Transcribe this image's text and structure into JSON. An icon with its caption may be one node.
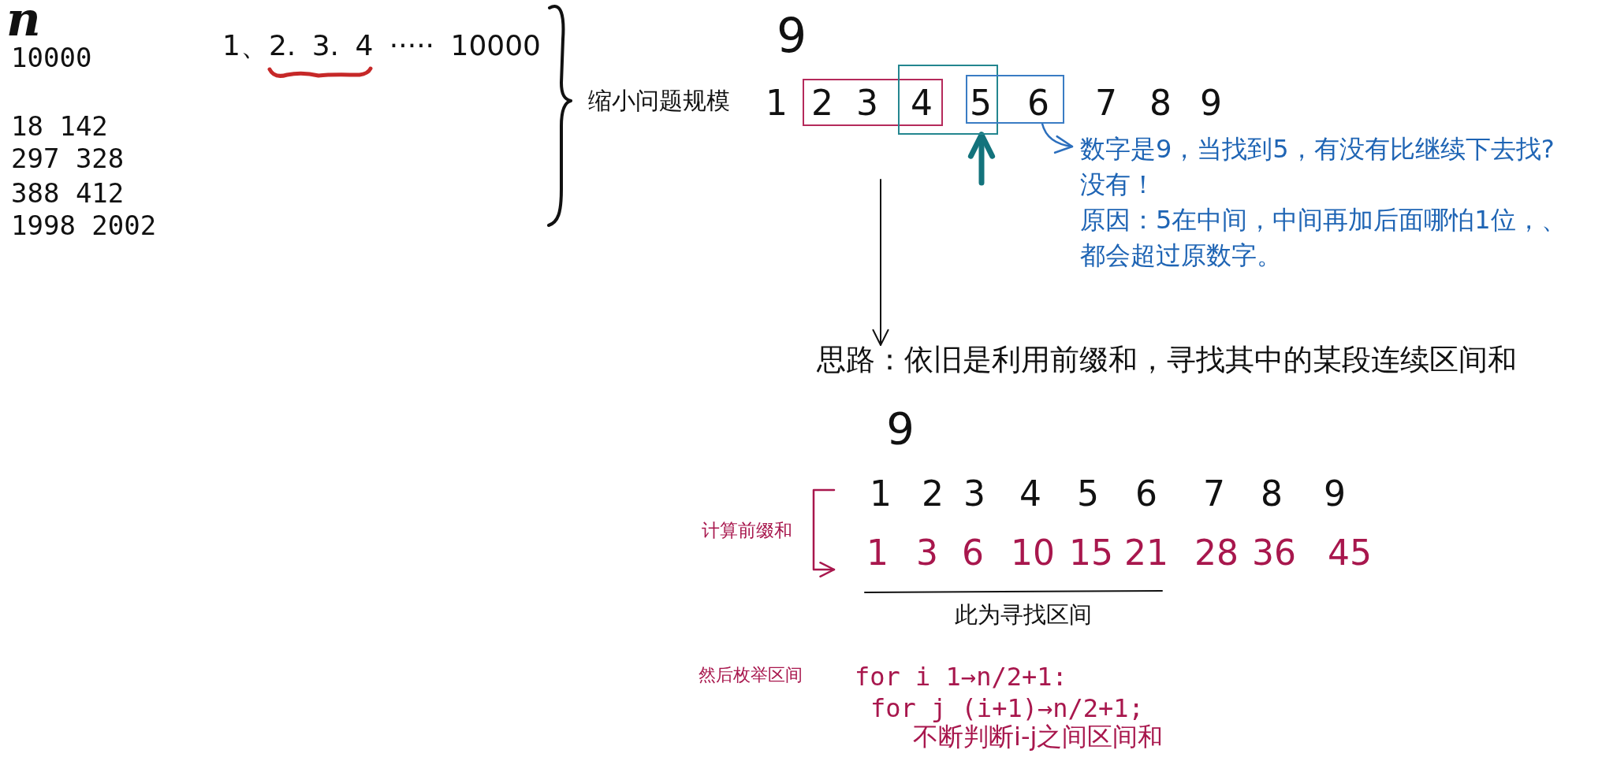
{
  "diagram": {
    "nodes": [
      {
        "text": [],
        "shape": "box"
      },
      {
        "text": [],
        "shape": "box"
      },
      {
        "text": [],
        "shape": "box"
      },
      {
        "text": [
          "数字是9，当找到5，有没有比继续下去找?",
          "没有！",
          "原因：5在中间，中间再加后面哪怕1位，、都会超过原数字。"
        ]
      },
      {
        "text": [
          "思路：依旧是利用前缀和，寻找其中的某段连续区间和"
        ]
      },
      {
        "text": [
          "1",
          "2",
          "3",
          "4",
          "5",
          "6",
          "7",
          "8",
          "9"
        ]
      },
      {
        "text": [
          "1",
          "3",
          "6",
          "10",
          "15",
          "21",
          "28",
          "36",
          "45"
        ]
      }
    ],
    "edges": [
      {
        "from": null,
        "to": 4,
        "arrow": "to"
      },
      {
        "from": null,
        "to": 1,
        "arrow": "to",
        "style": "thick",
        "color": "#13737c"
      },
      {
        "from": 2,
        "to": 3,
        "arrow": "to",
        "color": "#2c6fbd"
      },
      {
        "from": 5,
        "to": 6,
        "arrow": "to",
        "label": "计算前缀和",
        "color": "#a8174d"
      }
    ],
    "labels": [
      "n",
      "10000",
      "18 142",
      "297 328",
      "388 412",
      "1998 2002",
      "1、2. 3. 4 ····· 10000",
      "缩小问题规模",
      "9",
      "1",
      "2",
      "3",
      "4",
      "5",
      "6",
      "7",
      "8",
      "9",
      "9",
      "此为寻找区间",
      "然后枚举区间",
      "for i 1→n/2+1:",
      "for j (i+1)→n/2+1;",
      "不断判断i-j之间区间和"
    ]
  }
}
